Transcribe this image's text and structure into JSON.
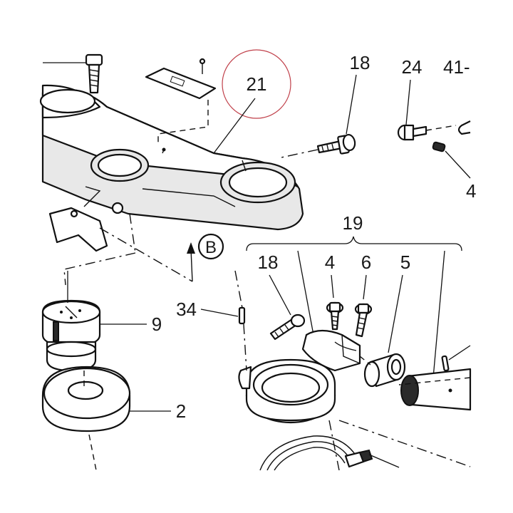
{
  "labels": {
    "p21": "21",
    "p18_top": "18",
    "p24": "24",
    "p41": "41-",
    "p4_edge": "4",
    "p19": "19",
    "p18_mid": "18",
    "p4": "4",
    "p6": "6",
    "p5": "5",
    "p34": "34",
    "p9": "9",
    "p2": "2",
    "viewB": "B"
  },
  "colors": {
    "line": "#111111",
    "highlight_circle": "#c0404a",
    "background": "#ffffff"
  }
}
